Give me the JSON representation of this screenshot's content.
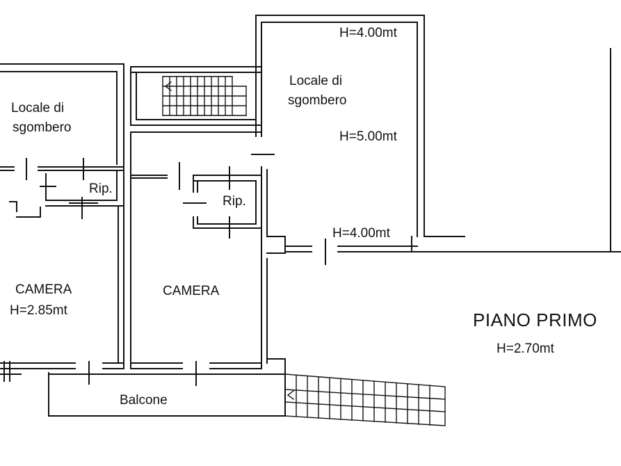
{
  "plan": {
    "title": "PIANO PRIMO",
    "title_height": "H=2.70mt",
    "rooms": {
      "storage_left": {
        "line1": "Locale di",
        "line2": "sgombero"
      },
      "storage_right": {
        "line1": "Locale di",
        "line2": "sgombero"
      },
      "storage_right_height_top": "H=4.00mt",
      "storage_right_height_mid": "H=5.00mt",
      "storage_right_height_bottom": "H=4.00mt",
      "closet_left": "Rip.",
      "closet_center": "Rip.",
      "bedroom_left": {
        "name": "CAMERA",
        "height": "H=2.85mt"
      },
      "bedroom_center": {
        "name": "CAMERA"
      },
      "balcony": "Balcone"
    },
    "colors": {
      "line": "#111111",
      "background": "#ffffff"
    }
  }
}
